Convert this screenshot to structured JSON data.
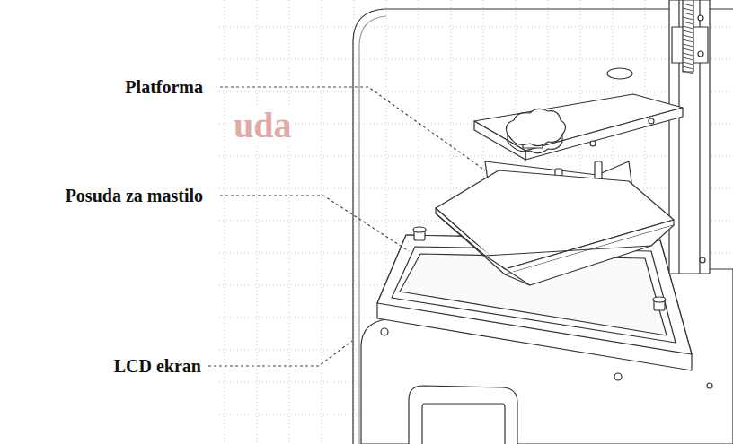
{
  "diagram": {
    "labels": [
      "Platforma",
      "Posuda za mastilo",
      "LCD ekran",
      "uda"
    ]
  }
}
